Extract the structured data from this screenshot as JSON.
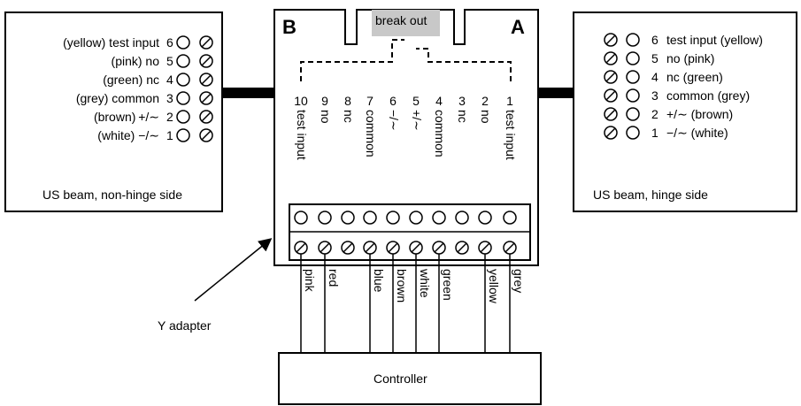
{
  "left_box": {
    "caption": "US beam, non-hinge side",
    "rows": [
      {
        "label": "(yellow) test input",
        "num": "6"
      },
      {
        "label": "(pink) no",
        "num": "5"
      },
      {
        "label": "(green) nc",
        "num": "4"
      },
      {
        "label": "(grey) common",
        "num": "3"
      },
      {
        "label": "(brown) +/∼",
        "num": "2"
      },
      {
        "label": "(white) −/∼",
        "num": "1"
      }
    ]
  },
  "right_box": {
    "caption": "US beam, hinge side",
    "rows": [
      {
        "num": "6",
        "label": "test input (yellow)"
      },
      {
        "num": "5",
        "label": "no (pink)"
      },
      {
        "num": "4",
        "label": "nc (green)"
      },
      {
        "num": "3",
        "label": "common (grey)"
      },
      {
        "num": "2",
        "label": "+/∼  (brown)"
      },
      {
        "num": "1",
        "label": "−/∼  (white)"
      }
    ]
  },
  "adapter": {
    "label_b": "B",
    "label_a": "A",
    "breakout": "break out",
    "pins": [
      {
        "num": "10",
        "name": "test input"
      },
      {
        "num": "9",
        "name": "no"
      },
      {
        "num": "8",
        "name": "nc"
      },
      {
        "num": "7",
        "name": "common"
      },
      {
        "num": "6",
        "name": "−/∼"
      },
      {
        "num": "5",
        "name": "+/∼"
      },
      {
        "num": "4",
        "name": "common"
      },
      {
        "num": "3",
        "name": "nc"
      },
      {
        "num": "2",
        "name": "no"
      },
      {
        "num": "1",
        "name": "test input"
      }
    ]
  },
  "pointer_label": "Y adapter",
  "wires": [
    "pink",
    "red",
    "blue",
    "brown",
    "white",
    "green",
    "yellow",
    "grey"
  ],
  "controller": "Controller"
}
